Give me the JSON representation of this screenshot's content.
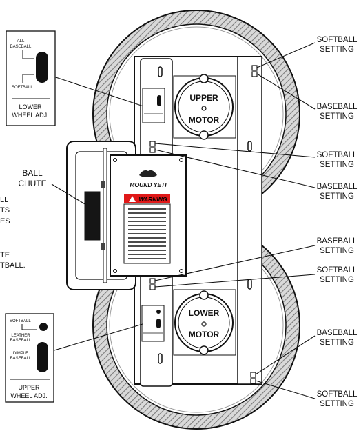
{
  "callouts": {
    "right": [
      {
        "line1": "SOFTBALL",
        "line2": "SETTING"
      },
      {
        "line1": "BASEBALL",
        "line2": "SETTING"
      },
      {
        "line1": "SOFTBALL",
        "line2": "SETTING"
      },
      {
        "line1": "BASEBALL",
        "line2": "SETTING"
      },
      {
        "line1": "BASEBALL",
        "line2": "SETTING"
      },
      {
        "line1": "SOFTBALL",
        "line2": "SETTING"
      },
      {
        "line1": "BASEBALL",
        "line2": "SETTING"
      },
      {
        "line1": "SOFTBALL",
        "line2": "SETTING"
      }
    ],
    "ball_chute": {
      "line1": "BALL",
      "line2": "CHUTE"
    },
    "left_partial": [
      "LL",
      "TS",
      "ES",
      "TE",
      "TBALL."
    ]
  },
  "lower_inset": {
    "top": "ALL",
    "top2": "BASEBALL",
    "bottom": "SOFTBALL",
    "title1": "LOWER",
    "title2": "WHEEL ADJ."
  },
  "upper_inset": {
    "softball": "SOFTBALL",
    "leather1": "LEATHER",
    "leather2": "BASEBALL",
    "dimple1": "DIMPLE",
    "dimple2": "BASEBALL",
    "title1": "UPPER",
    "title2": "WHEEL ADJ."
  },
  "motors": {
    "upper1": "UPPER",
    "upper2": "MOTOR",
    "lower1": "LOWER",
    "lower2": "MOTOR"
  },
  "decal": {
    "brand": "MOUND YETI",
    "warning": "WARNING"
  }
}
